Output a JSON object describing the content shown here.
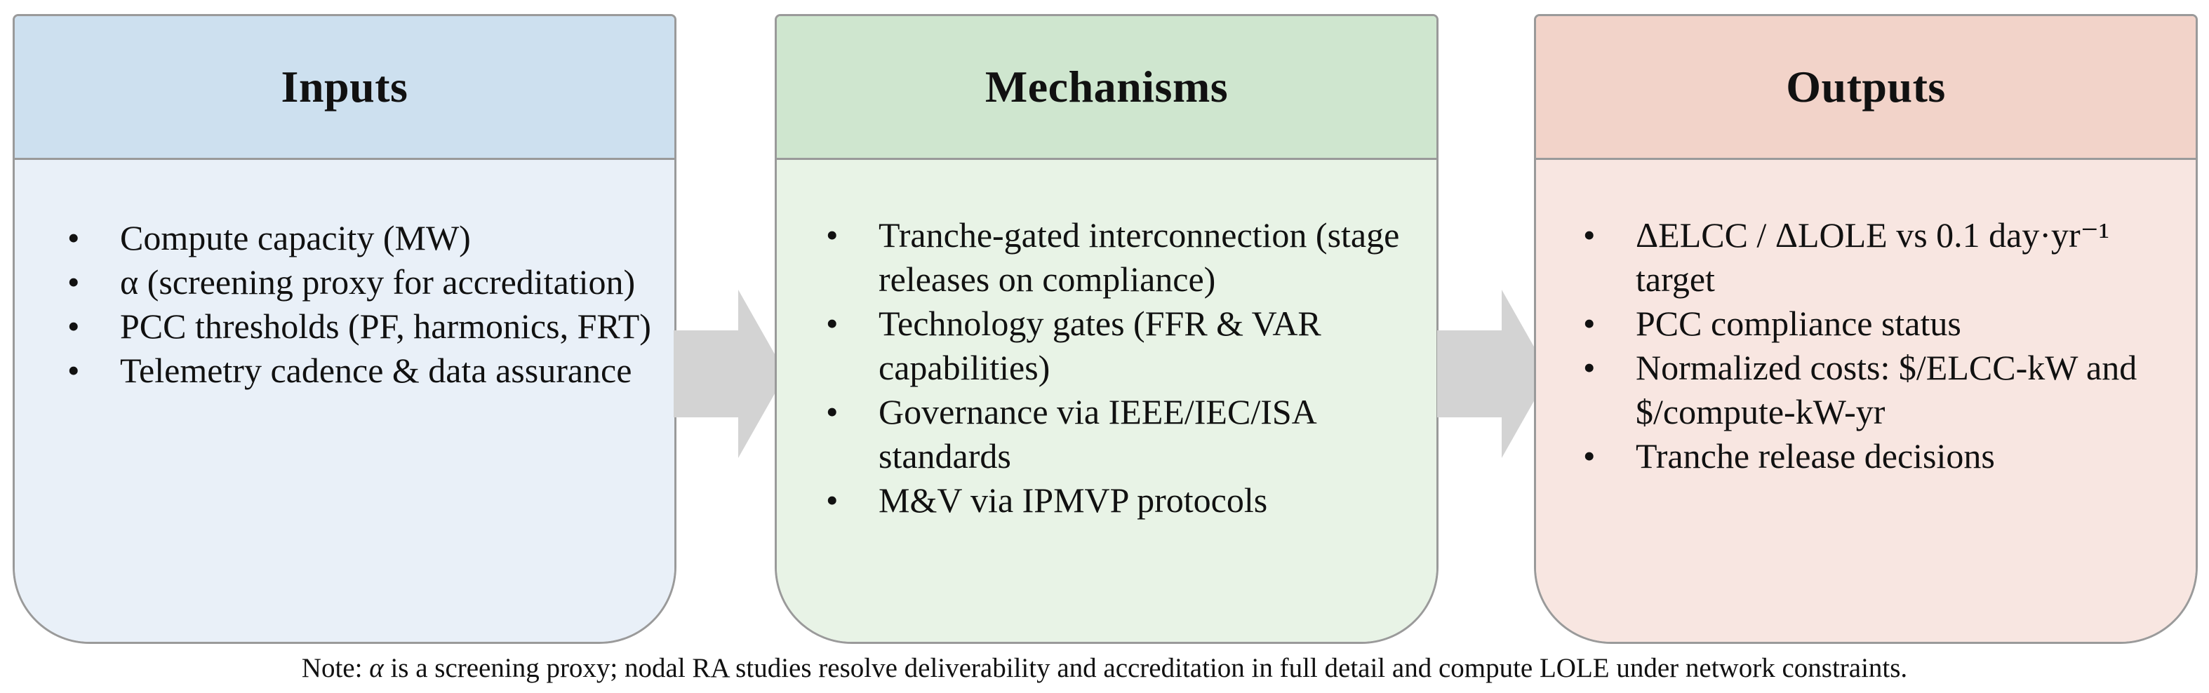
{
  "panels": [
    {
      "title": "Inputs",
      "items": [
        "Compute capacity (MW)",
        "α (screening proxy for accreditation)",
        "PCC thresholds (PF, harmonics, FRT)",
        "Telemetry cadence & data assurance"
      ],
      "header_color": "#cde0ef",
      "body_color": "#e9f0f8"
    },
    {
      "title": "Mechanisms",
      "items": [
        "Tranche-gated interconnection (stage releases on compliance)",
        "Technology gates (FFR & VAR capabilities)",
        "Governance via IEEE/IEC/ISA standards",
        "M&V via IPMVP protocols"
      ],
      "header_color": "#cfe6cf",
      "body_color": "#e8f3e6"
    },
    {
      "title": "Outputs",
      "items": [
        "ΔELCC / ΔLOLE vs 0.1 day·yr⁻¹ target",
        "PCC compliance status",
        "Normalized costs: $/ELCC-kW and $/compute-kW-yr",
        "Tranche release decisions"
      ],
      "header_color": "#f2d3c9",
      "body_color": "#f8e6e1"
    }
  ],
  "note": {
    "prefix": "Note: ",
    "alpha": "α",
    "suffix": " is a screening proxy; nodal RA studies resolve deliverability and accreditation in full detail and compute LOLE under network constraints."
  },
  "arrow_color": "#d3d3d3"
}
